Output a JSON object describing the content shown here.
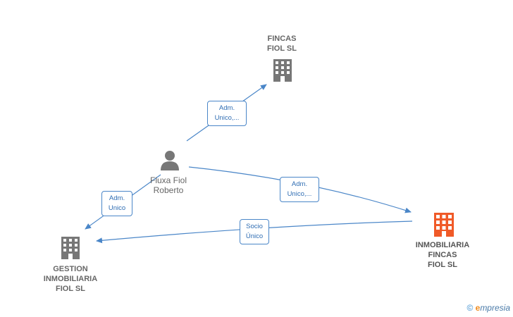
{
  "nodes": {
    "fincas": {
      "lines": [
        "FINCAS",
        "FIOL SL"
      ],
      "icon": "building-icon",
      "color": "#777777"
    },
    "person": {
      "lines": [
        "Fluxa Fiol",
        "Roberto"
      ],
      "icon": "person-icon",
      "color": "#777777"
    },
    "inmobiliaria": {
      "lines": [
        "INMOBILIARIA",
        "FINCAS",
        "FIOL SL"
      ],
      "icon": "building-icon",
      "color": "#f05a28"
    },
    "gestion": {
      "lines": [
        "GESTION",
        "INMOBILIARIA",
        "FIOL SL"
      ],
      "icon": "building-icon",
      "color": "#777777"
    }
  },
  "edges": [
    {
      "from": "person",
      "to": "fincas",
      "lines": [
        "Adm.",
        "Unico,..."
      ]
    },
    {
      "from": "person",
      "to": "inmobiliaria",
      "lines": [
        "Adm.",
        "Unico,..."
      ]
    },
    {
      "from": "person",
      "to": "gestion",
      "lines": [
        "Adm.",
        "Unico"
      ]
    },
    {
      "from": "inmobiliaria",
      "to": "gestion",
      "lines": [
        "Socio",
        "Único"
      ]
    }
  ],
  "colors": {
    "edge": "#4a86c8"
  },
  "watermark": {
    "symbol": "©",
    "brand_initial": "e",
    "brand_rest": "mpresia"
  }
}
